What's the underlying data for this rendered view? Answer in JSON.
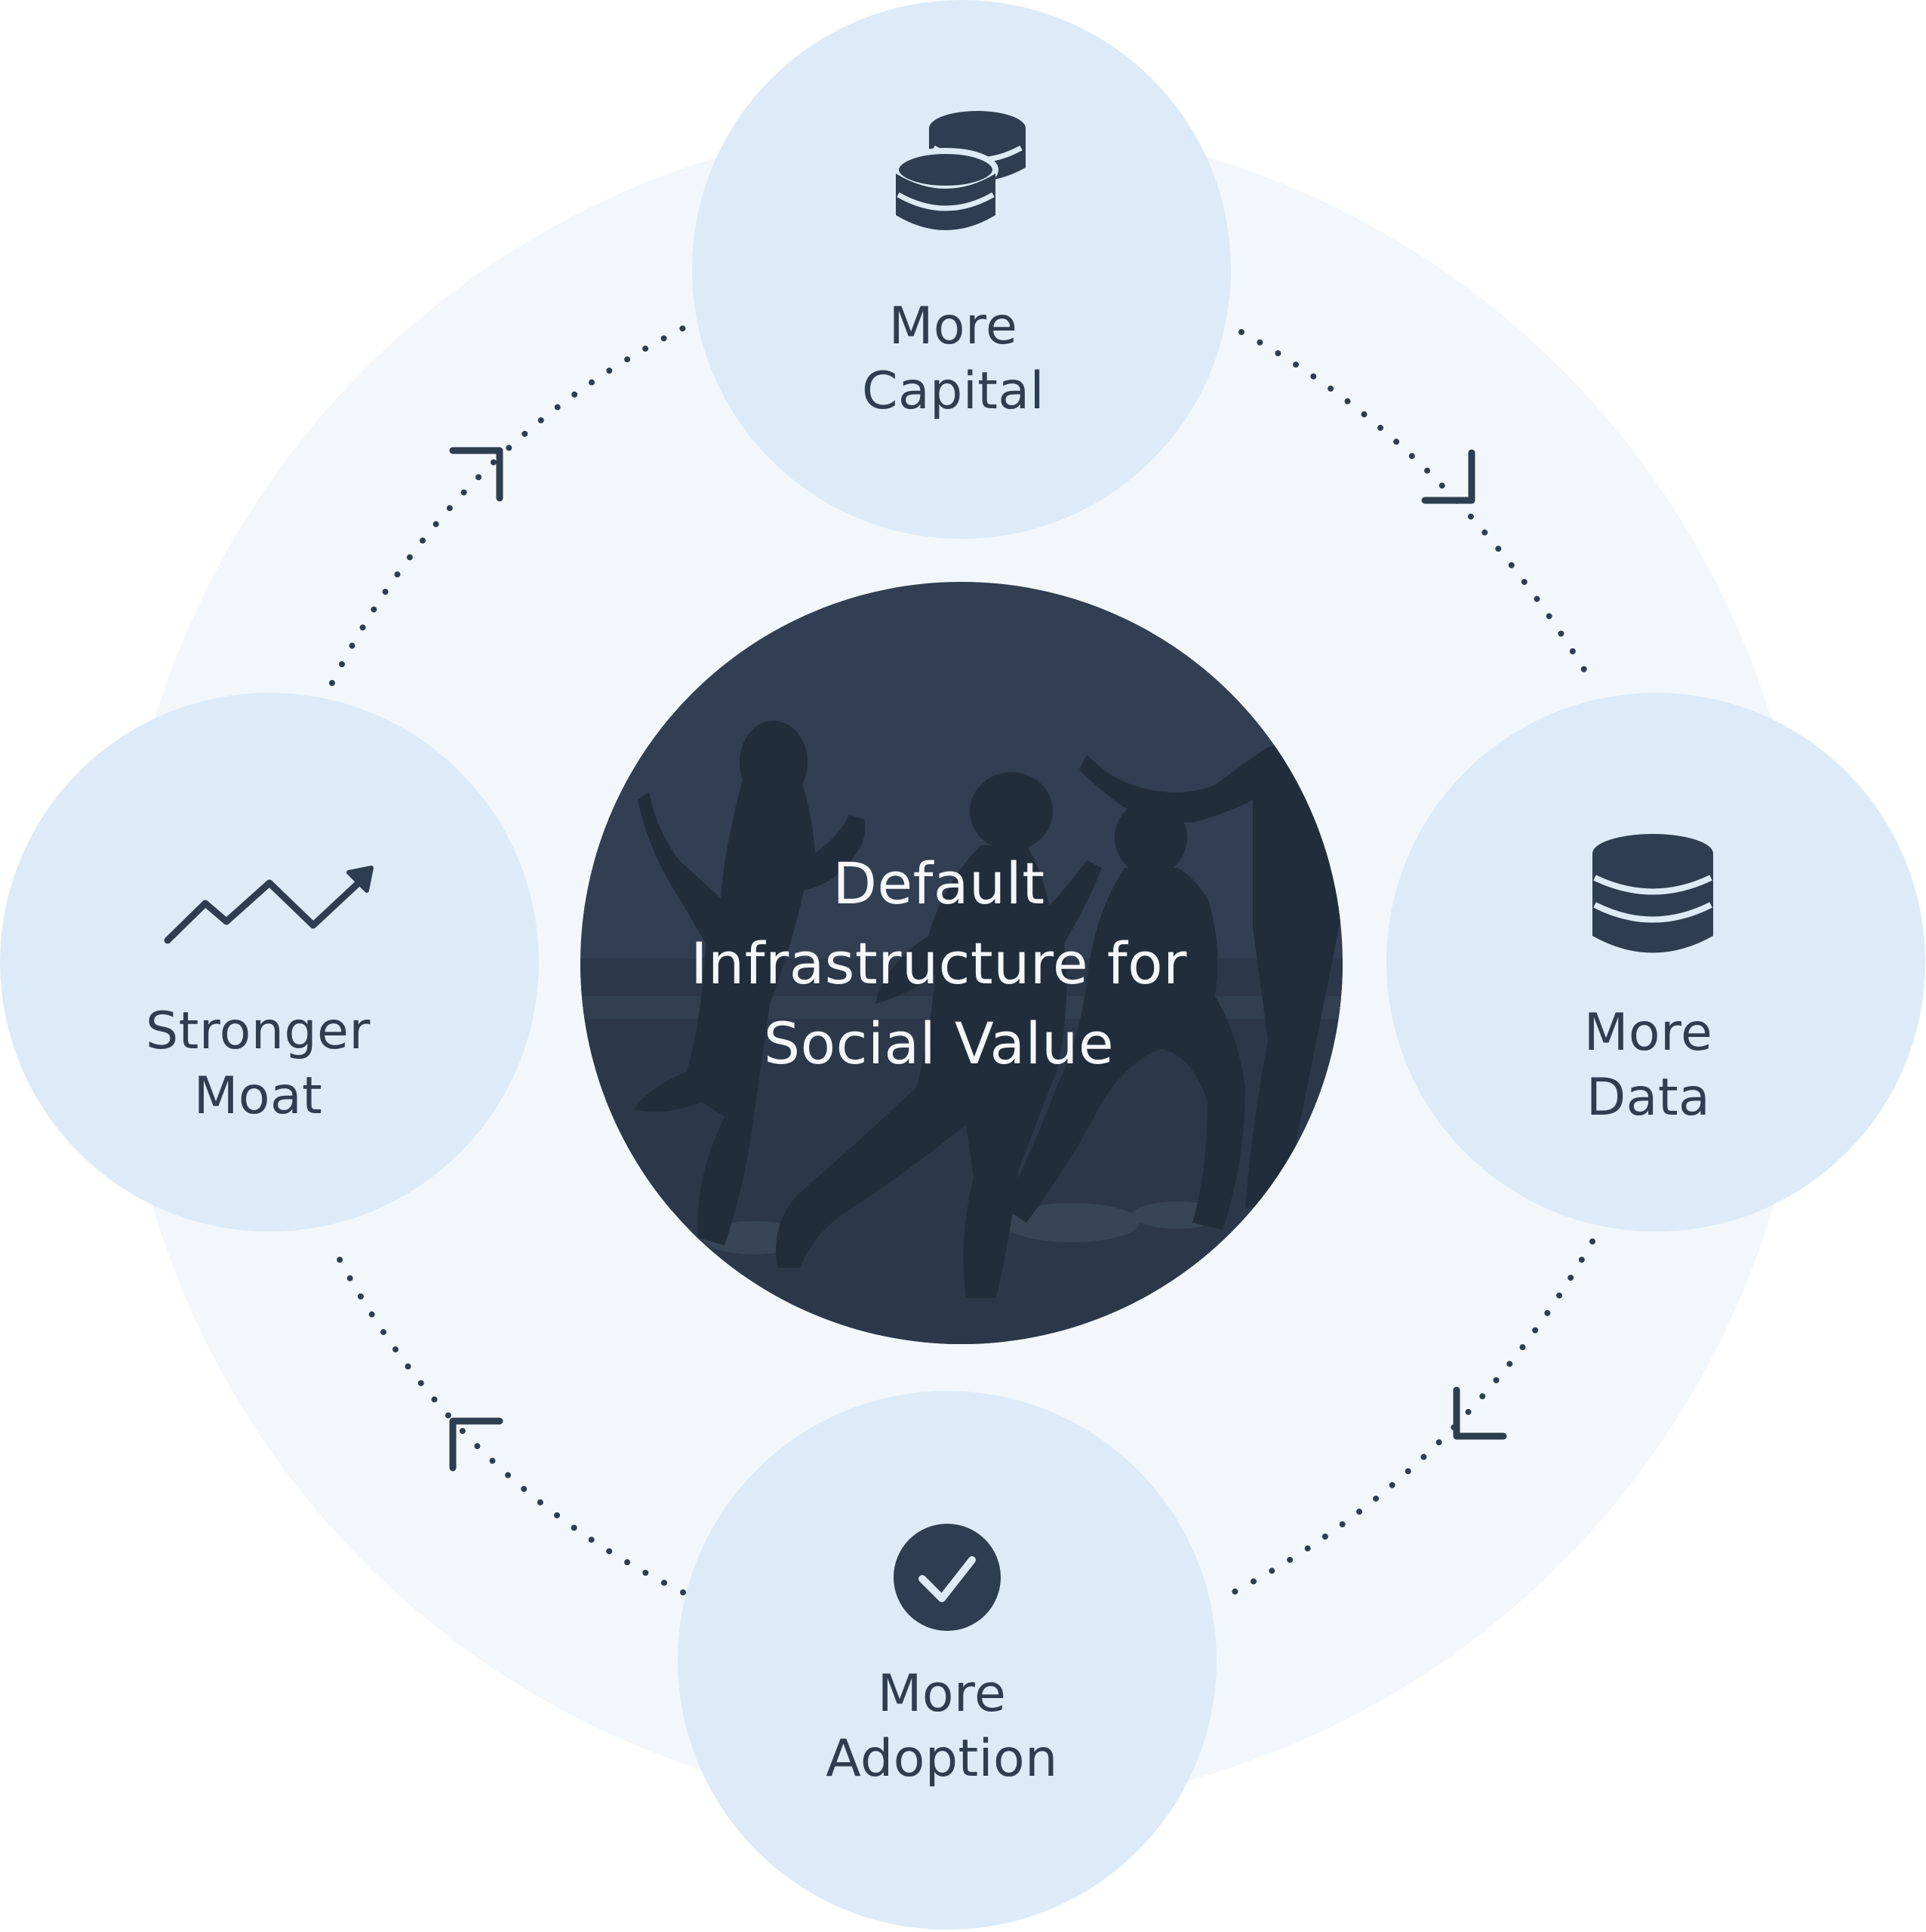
{
  "diagram": {
    "center": {
      "line1": "Default",
      "line2": "Infrastructure for",
      "line3": "Social Value"
    },
    "nodes": {
      "top": {
        "line1": "More",
        "line2": "Capital",
        "icon": "coins-icon"
      },
      "right": {
        "line1": "More",
        "line2": "Data",
        "icon": "database-icon"
      },
      "bottom": {
        "line1": "More",
        "line2": "Adoption",
        "icon": "checkmark-circle-icon"
      },
      "left": {
        "line1": "Stronger",
        "line2": "Moat",
        "icon": "trend-up-icon"
      }
    },
    "flow_direction": "clockwise",
    "colors": {
      "outer_ring": "#f2f7fb",
      "node_fill": "#dcebf7",
      "center_fill": "#323f51",
      "ink": "#2f3d50",
      "center_text": "#f4f7fb"
    }
  }
}
